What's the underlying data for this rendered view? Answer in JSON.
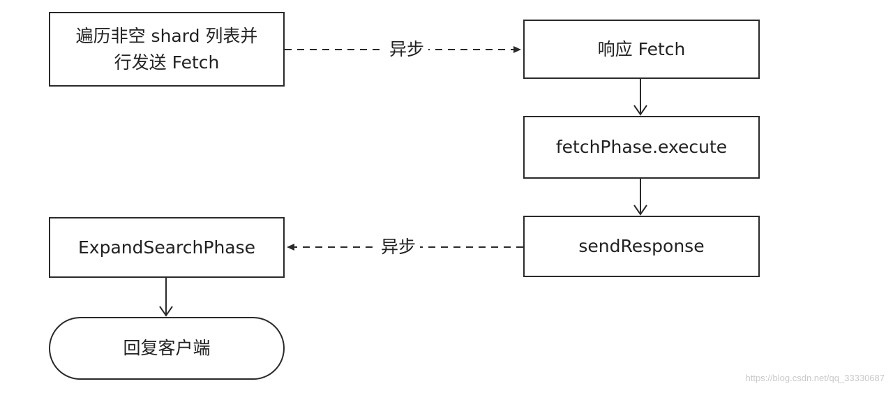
{
  "nodes": {
    "traverse_send": {
      "line1": "遍历非空 shard 列表并",
      "line2": "行发送 Fetch"
    },
    "respond_fetch": {
      "label": "响应 Fetch"
    },
    "fetch_execute": {
      "label": "fetchPhase.execute"
    },
    "send_response": {
      "label": "sendResponse"
    },
    "expand_search": {
      "label": "ExpandSearchPhase"
    },
    "reply_client": {
      "label": "回复客户端"
    }
  },
  "edges": {
    "async_top": {
      "label": "异步"
    },
    "async_bottom": {
      "label": "异步"
    }
  },
  "watermark": "https://blog.csdn.net/qq_33330687",
  "colors": {
    "stroke": "#2a2a2a",
    "text": "#222222",
    "background": "#ffffff",
    "watermark": "#c9c9c9"
  }
}
